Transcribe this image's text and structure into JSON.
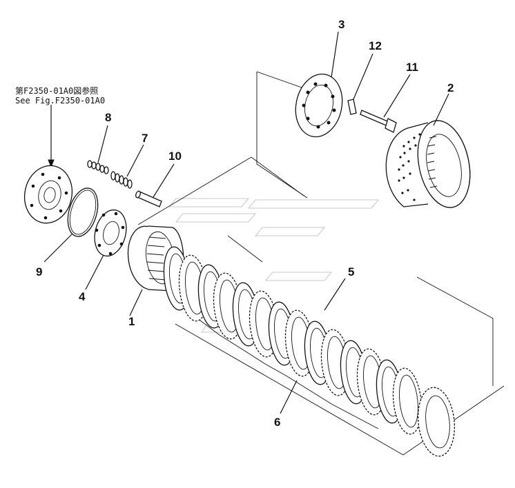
{
  "reference": {
    "line_jp": "第F2350-01A0図参照",
    "line_en": "See Fig.F2350-01A0"
  },
  "callouts": [
    {
      "id": "p1",
      "label": "1"
    },
    {
      "id": "p2",
      "label": "2"
    },
    {
      "id": "p3",
      "label": "3"
    },
    {
      "id": "p4",
      "label": "4"
    },
    {
      "id": "p5",
      "label": "5"
    },
    {
      "id": "p6",
      "label": "6"
    },
    {
      "id": "p7",
      "label": "7"
    },
    {
      "id": "p8",
      "label": "8"
    },
    {
      "id": "p9",
      "label": "9"
    },
    {
      "id": "p10",
      "label": "10"
    },
    {
      "id": "p11",
      "label": "11"
    },
    {
      "id": "p12",
      "label": "12"
    }
  ]
}
